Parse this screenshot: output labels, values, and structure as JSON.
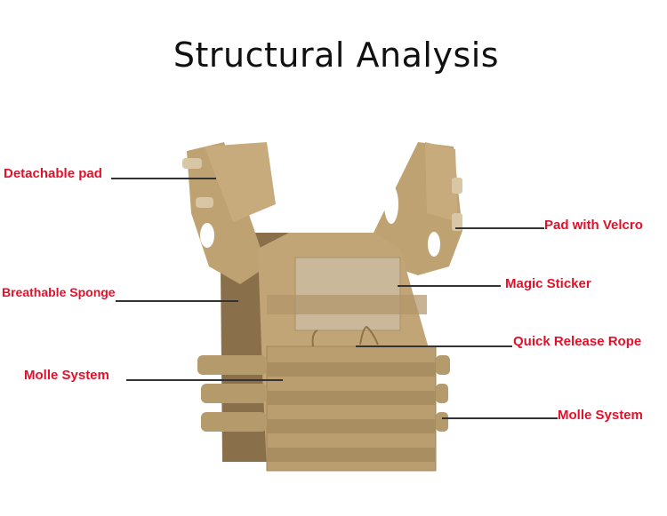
{
  "title": "Structural Analysis",
  "labels": {
    "detachable_pad": "Detachable pad",
    "pad_with_velcro": "Pad with Velcro",
    "breathable_sponge": "Breathable Sponge",
    "magic_sticker": "Magic Sticker",
    "quick_release_rope": "Quick Release Rope",
    "molle_system_left": "Molle System",
    "molle_system_right": "Molle System"
  },
  "colors": {
    "label": "#e3102a",
    "vest": "#c2a577",
    "vest_dark": "#9e8254",
    "line": "#333333"
  }
}
